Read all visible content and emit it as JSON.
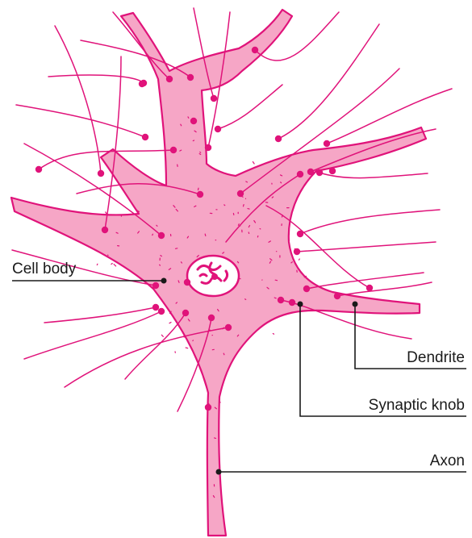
{
  "diagram": {
    "labels": {
      "cell_body": "Cell body",
      "dendrite": "Dendrite",
      "synaptic_knob": "Synaptic knob",
      "axon": "Axon"
    },
    "colors": {
      "fill": "#f6a6c6",
      "outline": "#e0137a",
      "fiber": "#e0137a",
      "nucleus_fill": "#ffffff",
      "text": "#1a1a1a"
    }
  }
}
